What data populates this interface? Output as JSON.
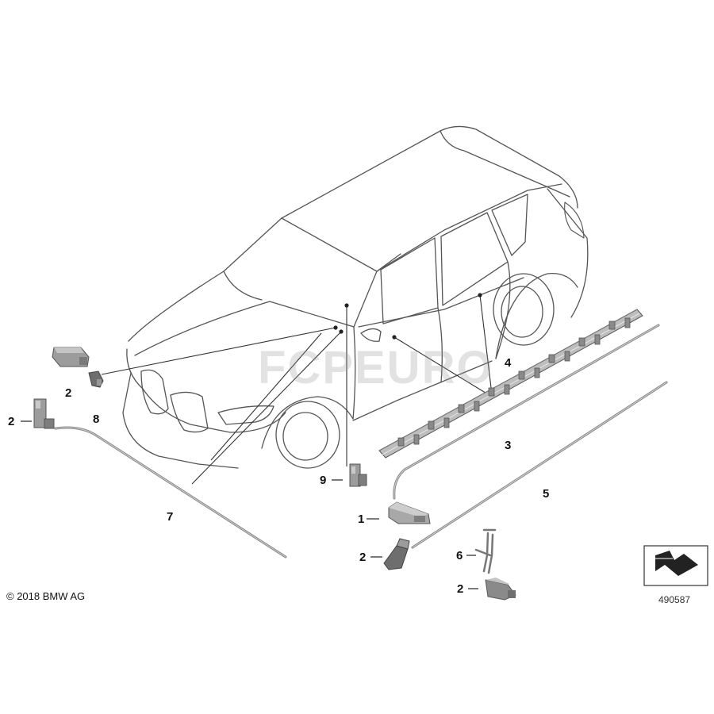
{
  "diagram": {
    "copyright": "© 2018 BMW AG",
    "diagram_id": "490587",
    "watermark": "FCPEURO"
  },
  "callouts": [
    {
      "id": "c2a",
      "label": "2"
    },
    {
      "id": "c8",
      "label": "8"
    },
    {
      "id": "c2b",
      "label": "2"
    },
    {
      "id": "c7",
      "label": "7"
    },
    {
      "id": "c4",
      "label": "4"
    },
    {
      "id": "c3",
      "label": "3"
    },
    {
      "id": "c5",
      "label": "5"
    },
    {
      "id": "c9",
      "label": "9"
    },
    {
      "id": "c1",
      "label": "1"
    },
    {
      "id": "c2c",
      "label": "2"
    },
    {
      "id": "c6",
      "label": "6"
    },
    {
      "id": "c2d",
      "label": "2"
    }
  ],
  "colors": {
    "line": "#444444",
    "part_fill": "#9c9c9c",
    "part_dark": "#6e6e6e",
    "text": "#111111"
  }
}
